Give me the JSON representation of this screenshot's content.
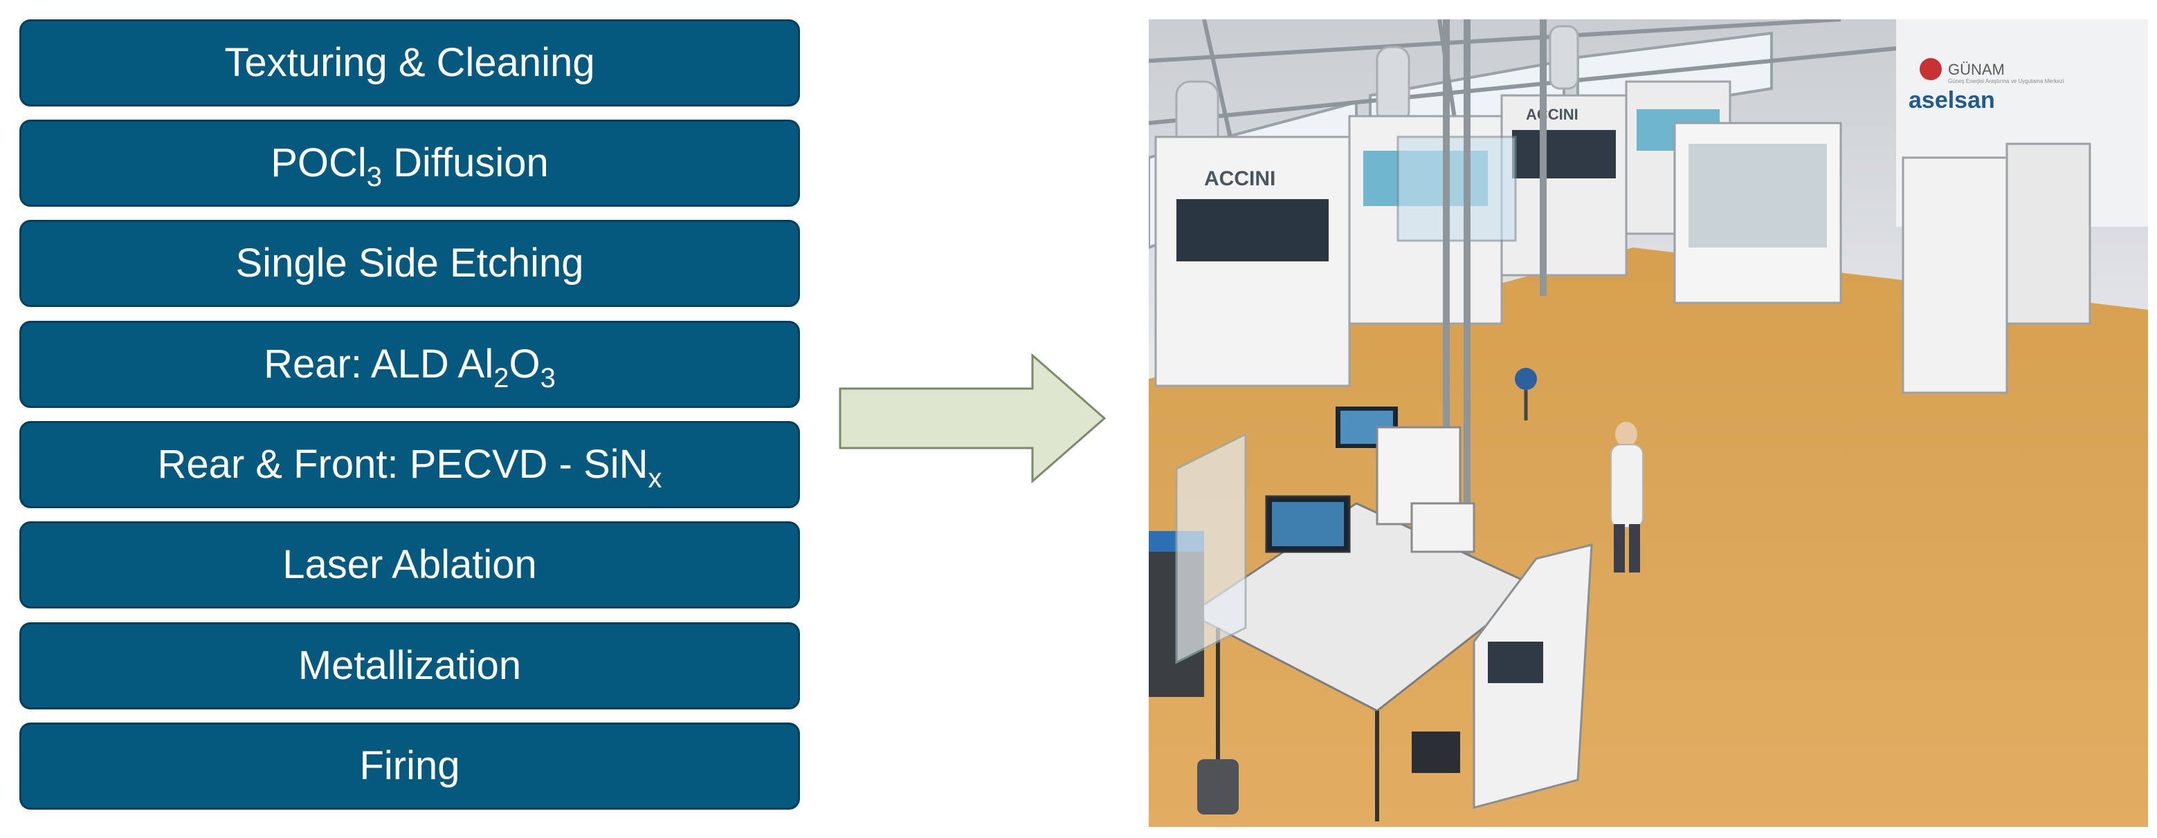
{
  "process_steps": [
    {
      "text": "Texturing & Cleaning"
    },
    {
      "pre": "POCl",
      "sub": "3",
      "post": " Diffusion"
    },
    {
      "text": "Single Side Etching"
    },
    {
      "pre": "Rear: ALD Al",
      "sub": "2",
      "mid": "O",
      "sub2": "3"
    },
    {
      "pre": "Rear & Front: PECVD - SiN",
      "sub": "x"
    },
    {
      "text": "Laser Ablation"
    },
    {
      "text": "Metallization"
    },
    {
      "text": "Firing"
    }
  ],
  "photo": {
    "machine_brand": "ACCINI",
    "logo_gunam": "GÜNAM",
    "logo_aselsan": "aselsan",
    "logo_gunam_tagline": "Güneş Enerjisi Araştırma ve Uygulama Merkezi"
  },
  "colors": {
    "box_fill": "#05597f",
    "box_border": "#033f5c",
    "arrow_fill": "#dfe6cf",
    "floor": "#d9a85a"
  }
}
